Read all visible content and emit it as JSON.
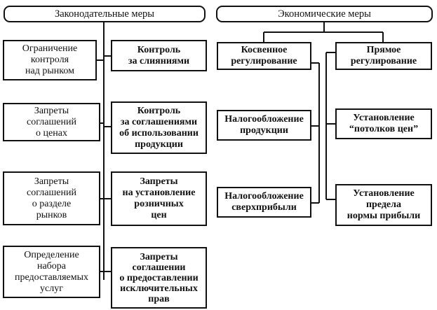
{
  "headers": {
    "legislative": "Законодательные меры",
    "economic": "Экономические меры"
  },
  "legislative": {
    "left": [
      "Ограничение\nконтроля\nнад рынком",
      "Запреты\nсоглашений\nо ценах",
      "Запреты\nсоглашений\nо разделе\nрынков",
      "Определение\nнабора\nпредоставляемых\nуслуг"
    ],
    "right": [
      "Контроль\nза слияниями",
      "Контроль\nза соглашениями\nоб использовании\nпродукции",
      "Запреты\nна установление\nрозничных\nцен",
      "Запреты\nсоглашении\nо предоставлении\nисключительных\nправ"
    ]
  },
  "economic": {
    "indirect": {
      "title": "Косвенное\nрегулирование",
      "items": [
        "Налогообложение\nпродукции",
        "Налогообложение\nсверхприбыли"
      ]
    },
    "direct": {
      "title": "Прямое\nрегулирование",
      "items": [
        "Установление\n“потолков цен”",
        "Установление\nпредела\nнормы прибыли"
      ]
    }
  }
}
